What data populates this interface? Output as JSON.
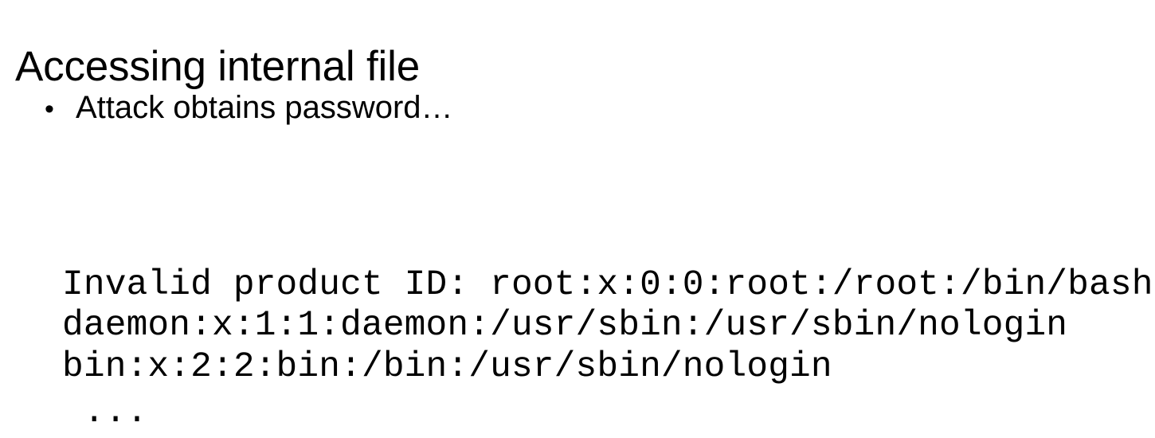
{
  "slide": {
    "title": "Accessing internal file",
    "background_color": "#ffffff",
    "text_color": "#000000",
    "bullets": [
      {
        "marker": "•",
        "text": "Attack obtains password…"
      }
    ],
    "code_block": {
      "lines": [
        "Invalid product ID: root:x:0:0:root:/root:/bin/bash",
        "daemon:x:1:1:daemon:/usr/sbin:/usr/sbin/nologin",
        "bin:x:2:2:bin:/bin:/usr/sbin/nologin",
        " ..."
      ]
    }
  }
}
